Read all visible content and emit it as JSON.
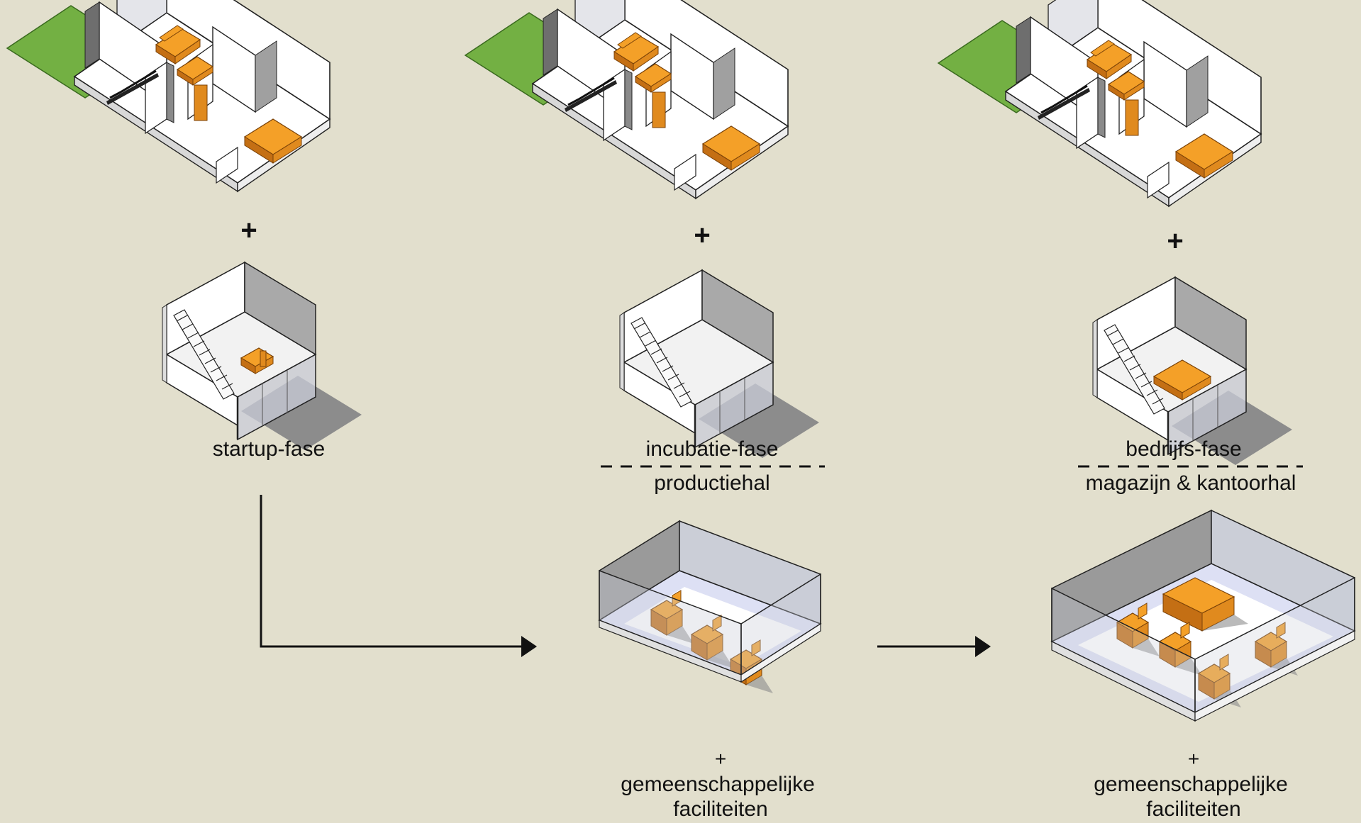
{
  "colors": {
    "background": "#e2dfcd",
    "grass": "#73b043",
    "furniture": "#f4a028",
    "furniture_dark": "#c46f14",
    "wall": "#ffffff",
    "wall_shade": "#b8b8b8",
    "floor_blue": "#dde0f4",
    "glass": "#c9ccd8",
    "shadow": "#8c8c8c",
    "line": "#111111"
  },
  "phases": [
    {
      "title": "startup-fase",
      "subtitle": "",
      "plus": "+",
      "unit_icon": "isometric-house-unit",
      "module_icon": "isometric-stair-module-desk"
    },
    {
      "title": "incubatie-fase",
      "subtitle": "productiehal",
      "plus": "+",
      "unit_icon": "isometric-house-unit",
      "module_icon": "isometric-stair-module-empty",
      "hall_icon": "isometric-production-hall",
      "hall_plus": "+",
      "hall_caption_1": "gemeenschappelijke",
      "hall_caption_2": "faciliteiten"
    },
    {
      "title": "bedrijfs-fase",
      "subtitle": "magazijn & kantoorhal",
      "plus": "+",
      "unit_icon": "isometric-house-unit",
      "module_icon": "isometric-stair-module-bed",
      "hall_icon": "isometric-warehouse-office-hall",
      "hall_plus": "+",
      "hall_caption_1": "gemeenschappelijke",
      "hall_caption_2": "faciliteiten"
    }
  ],
  "arrows": [
    "elbow-arrow-right-icon",
    "arrow-right-icon"
  ]
}
